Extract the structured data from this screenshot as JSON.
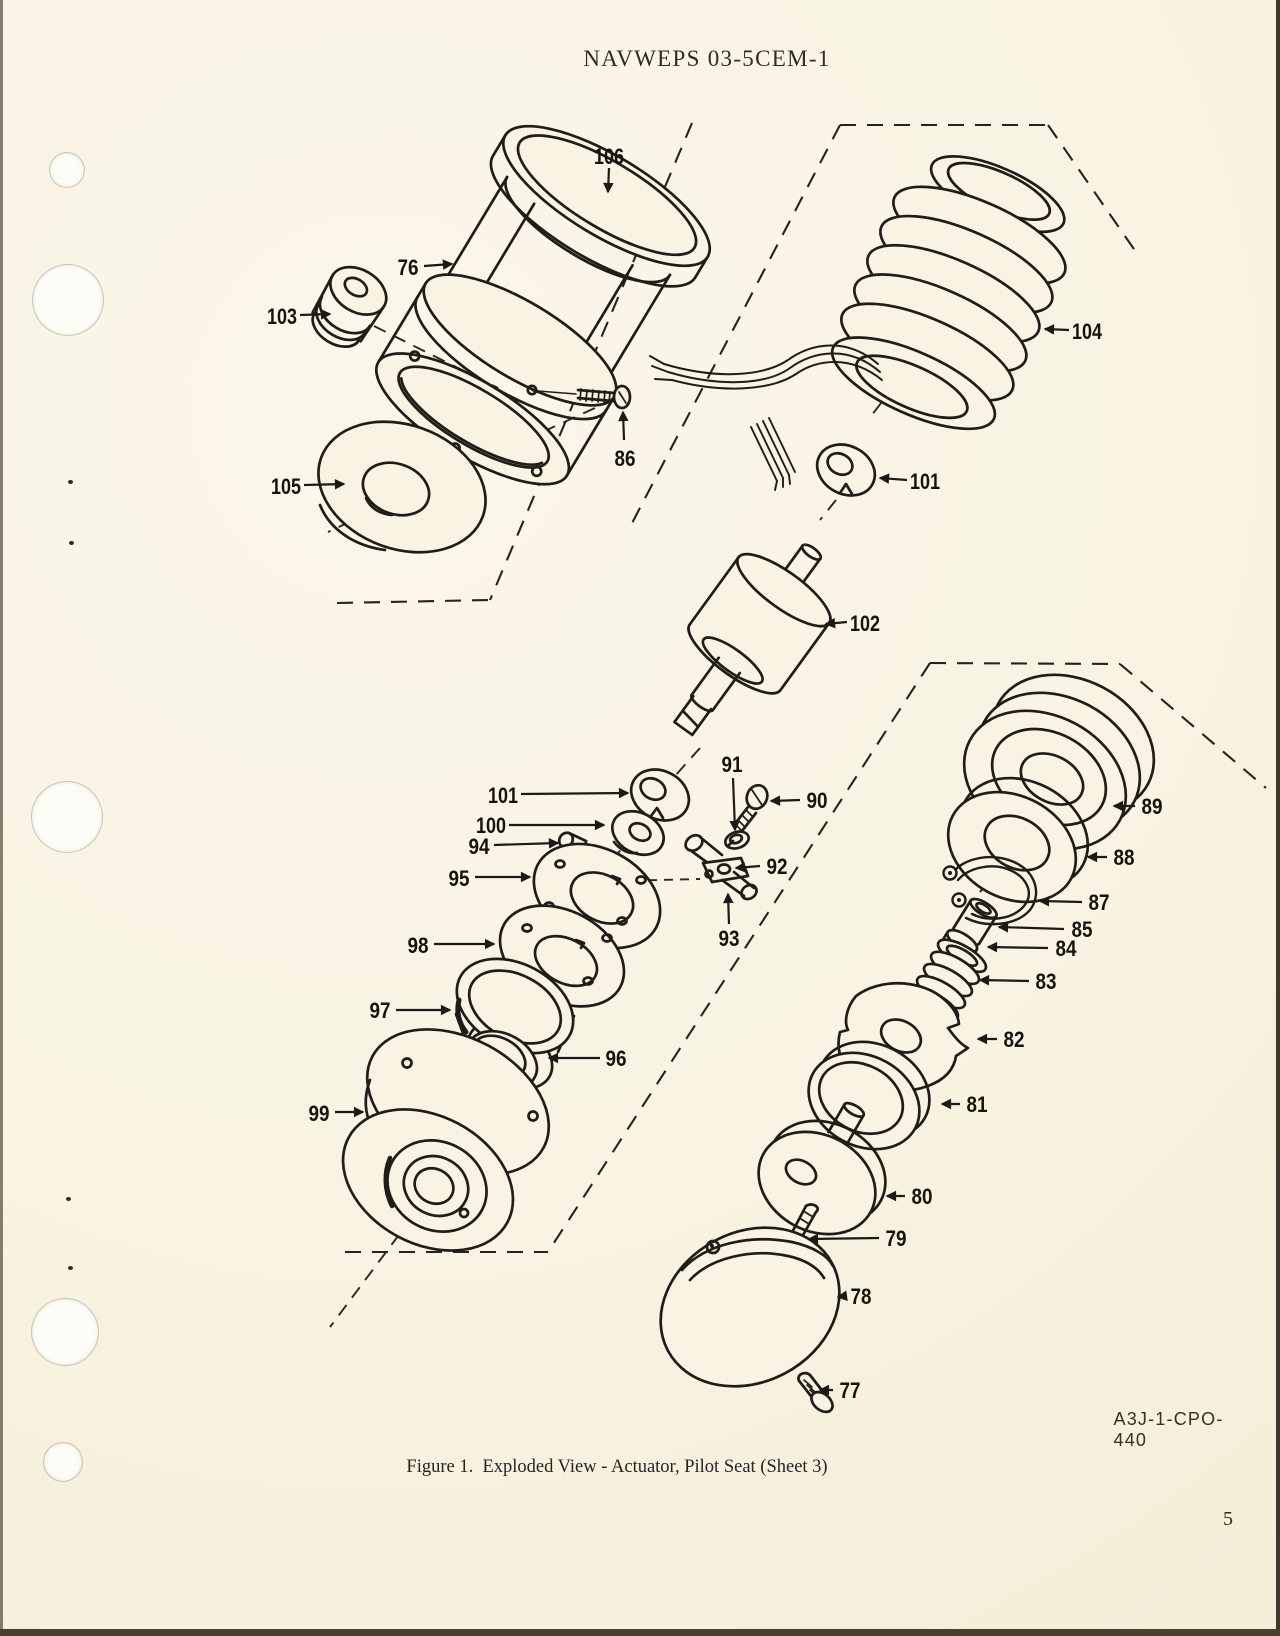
{
  "page": {
    "header": "NAVWEPS 03-5CEM-1",
    "caption": "Figure 1.  Exploded View - Actuator, Pilot Seat (Sheet 3)",
    "drawing_code": "A3J-1-CPO-440",
    "page_number": "5"
  },
  "colors": {
    "paper": "#f8f3e2",
    "ink": "#211e19",
    "punch_hole": "#fdfdf8"
  },
  "diagram": {
    "description": "Exploded view line drawing of pilot seat actuator with numbered part callouts",
    "callouts": [
      {
        "label": "106"
      },
      {
        "label": "76"
      },
      {
        "label": "103"
      },
      {
        "label": "86"
      },
      {
        "label": "105"
      },
      {
        "label": "104"
      },
      {
        "label": "101"
      },
      {
        "label": "102"
      },
      {
        "label": "101"
      },
      {
        "label": "100"
      },
      {
        "label": "94"
      },
      {
        "label": "95"
      },
      {
        "label": "98"
      },
      {
        "label": "97"
      },
      {
        "label": "96"
      },
      {
        "label": "99"
      },
      {
        "label": "90"
      },
      {
        "label": "91"
      },
      {
        "label": "92"
      },
      {
        "label": "93"
      },
      {
        "label": "89"
      },
      {
        "label": "88"
      },
      {
        "label": "87"
      },
      {
        "label": "85"
      },
      {
        "label": "84"
      },
      {
        "label": "83"
      },
      {
        "label": "82"
      },
      {
        "label": "81"
      },
      {
        "label": "80"
      },
      {
        "label": "79"
      },
      {
        "label": "78"
      },
      {
        "label": "77"
      }
    ]
  }
}
